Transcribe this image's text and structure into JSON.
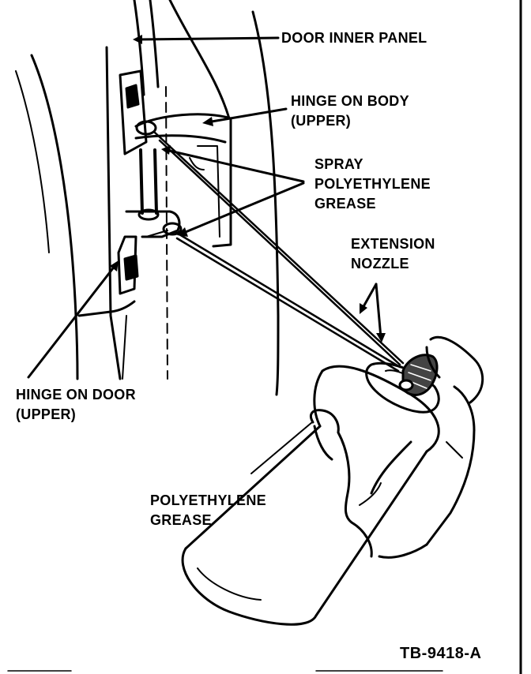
{
  "labels": {
    "door_inner_panel": "DOOR INNER PANEL",
    "hinge_on_body": "HINGE ON BODY\n(UPPER)",
    "spray_grease": "SPRAY\nPOLYETHYLENE\nGREASE",
    "extension_nozzle": "EXTENSION\nNOZZLE",
    "hinge_on_door": "HINGE ON DOOR\n(UPPER)",
    "polyethylene_grease": "POLYETHYLENE\nGREASE"
  },
  "figure_id": "TB-9418-A"
}
